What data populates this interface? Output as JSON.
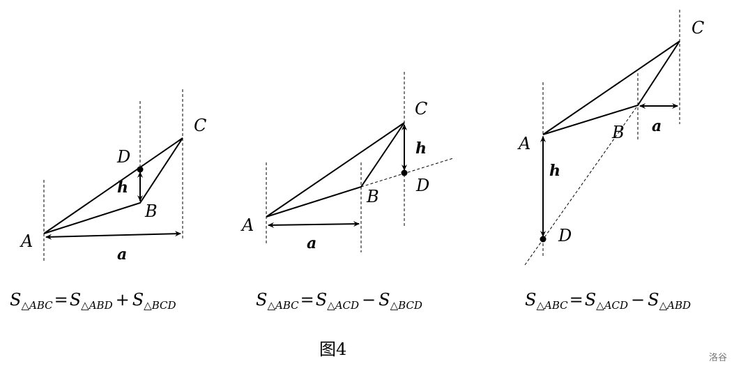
{
  "figures": [
    {
      "labels": {
        "A": "A",
        "B": "B",
        "C": "C",
        "D": "D",
        "h": "h",
        "a": "a"
      },
      "formula": {
        "lhs": "S",
        "lhs_sub": "△ABC",
        "eq": "=",
        "t1": "S",
        "t1_sub": "△ABD",
        "op": "+",
        "t2": "S",
        "t2_sub": "△BCD"
      }
    },
    {
      "labels": {
        "A": "A",
        "B": "B",
        "C": "C",
        "D": "D",
        "h": "h",
        "a": "a"
      },
      "formula": {
        "lhs": "S",
        "lhs_sub": "△ABC",
        "eq": "=",
        "t1": "S",
        "t1_sub": "△ACD",
        "op": "−",
        "t2": "S",
        "t2_sub": "△BCD"
      }
    },
    {
      "labels": {
        "A": "A",
        "B": "B",
        "C": "C",
        "D": "D",
        "h": "h",
        "a": "a"
      },
      "formula": {
        "lhs": "S",
        "lhs_sub": "△ABC",
        "eq": "=",
        "t1": "S",
        "t1_sub": "△ACD",
        "op": "−",
        "t2": "S",
        "t2_sub": "△ABD"
      }
    }
  ],
  "caption": "图4",
  "watermark": "洛谷"
}
